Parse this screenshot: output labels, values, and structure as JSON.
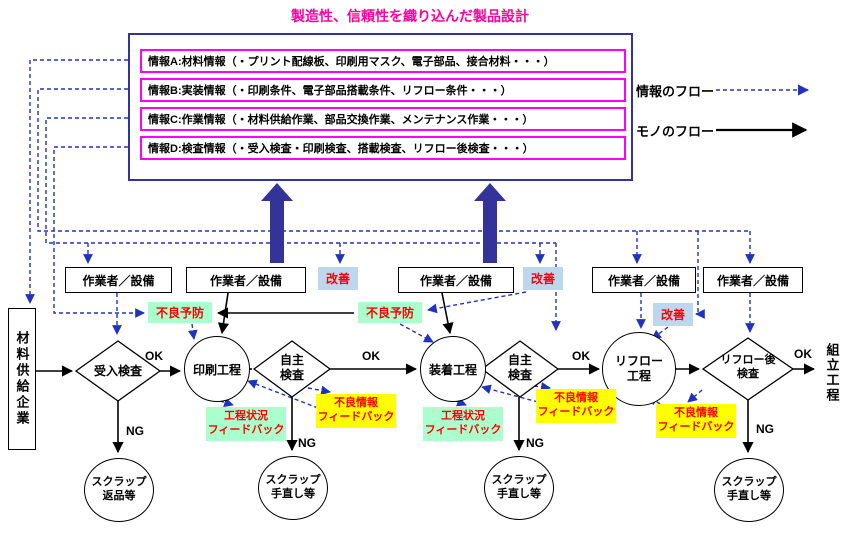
{
  "title": "製造性、信頼性を織り込んだ製品設計",
  "info_box": {
    "rows": [
      "情報A:材料情報（・プリント配線板、印刷用マスク、電子部品、接合材料・・・）",
      "情報B:実装情報（・印刷条件、電子部品搭載条件、リフロー条件・・・）",
      "情報C:作業情報（・材料供給作業、部品交換作業、メンテナンス作業・・・）",
      "情報D:検査情報（・受入検査・印刷検査、搭載検査、リフロー後検査・・・）"
    ]
  },
  "legend": {
    "info_flow": "情報のフロー",
    "material_flow": "モノのフロー"
  },
  "labels": {
    "worker": "作業者／設備",
    "kaizen": "改善",
    "defect_prevention": "不良予防",
    "process_status_feedback": "工程状況\nフィードバック",
    "defect_info_feedback": "不良情報\nフィードバック",
    "ok": "OK",
    "ng": "NG"
  },
  "nodes": {
    "supplier": "材料供給企業",
    "accept_inspection": "受入検査",
    "print_process": "印刷工程",
    "self_inspection": "自主\n検査",
    "mount_process": "装着工程",
    "reflow_process": "リフロー\n工程",
    "post_reflow_inspection": "リフロー後\n検査",
    "assembly": "組立工程",
    "scrap_return": "スクラップ\n返品等",
    "scrap_rework": "スクラップ\n手直し等"
  },
  "colors": {
    "title": "#FF00A0",
    "info_box_border": "#333399",
    "row_border": "#FF00FF",
    "info_flow_line": "#2233BB",
    "material_flow_line": "#000000",
    "kaizen_bg": "#BDD7EE",
    "feedback_green_bg": "#AAFFCC",
    "feedback_yellow_bg": "#FFFF00",
    "emphasis_text": "#FF0000",
    "upflow_arrow": "#333399"
  }
}
